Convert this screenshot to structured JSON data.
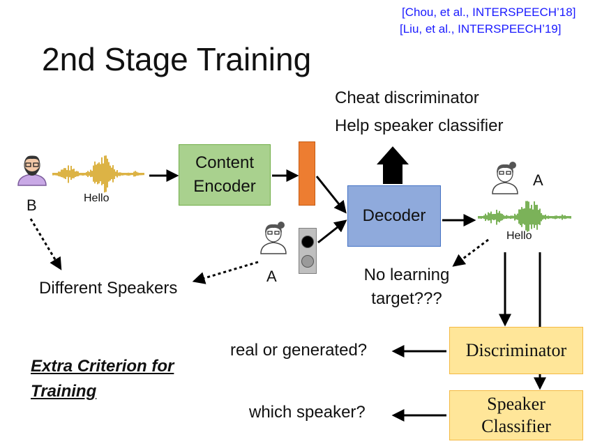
{
  "references": [
    "[Chou, et al., INTERSPEECH’18]",
    "[Liu, et al., INTERSPEECH’19]"
  ],
  "title": "2nd Stage Training",
  "goals": [
    "Cheat discriminator",
    "Help speaker classifier"
  ],
  "input": {
    "speaker_label": "B",
    "word": "Hello"
  },
  "content_encoder": {
    "line1": "Content",
    "line2": "Encoder"
  },
  "decoder": {
    "label": "Decoder"
  },
  "speaker_input": {
    "label": "A"
  },
  "output": {
    "speaker_label": "A",
    "word": "Hello"
  },
  "different_speakers": "Different Speakers",
  "no_learning_target": {
    "line1": "No learning",
    "line2": "target???"
  },
  "discriminator": {
    "label": "Discriminator",
    "question": "real or generated?"
  },
  "speaker_classifier": {
    "line1": "Speaker",
    "line2": "Classifier",
    "question": "which speaker?"
  },
  "extra_criterion": {
    "line1": "Extra Criterion for",
    "line2": "Training"
  },
  "colors": {
    "content_encoder": "#a9d18e",
    "decoder": "#8faadc",
    "discriminator": "#ffe699",
    "content_vector": "#ed7d31",
    "input_wave": "#d4a017",
    "output_wave": "#5a9e2f",
    "reference": "#1a1aff"
  }
}
